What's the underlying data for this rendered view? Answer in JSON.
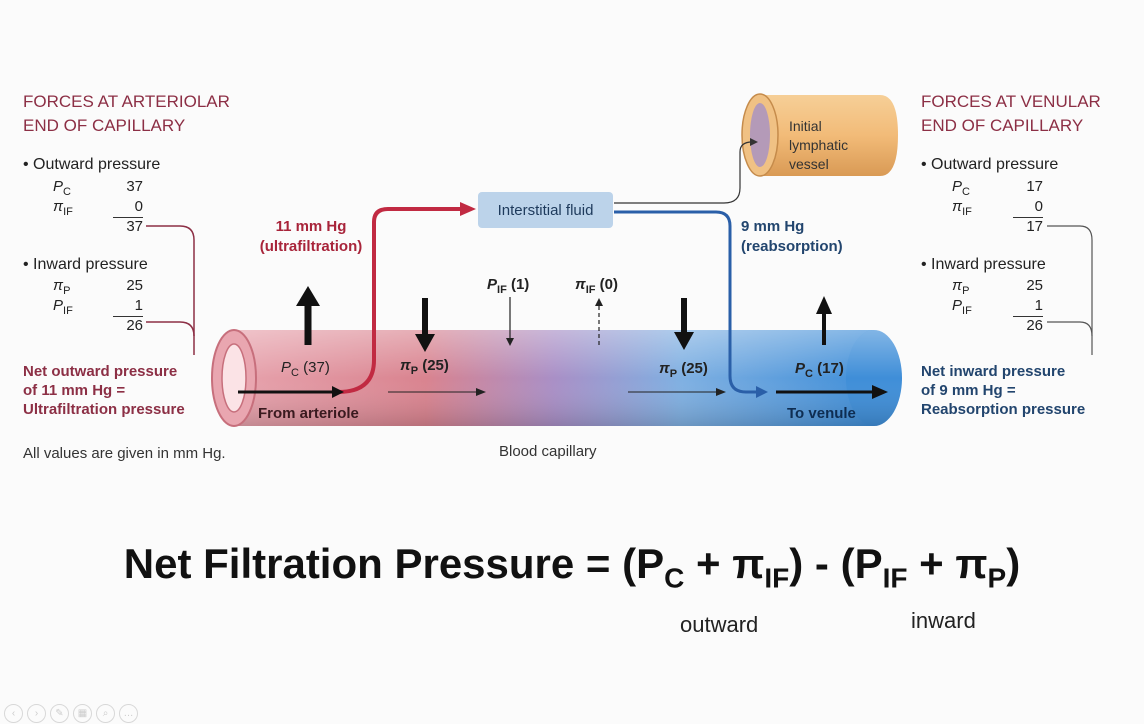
{
  "left": {
    "header_line1": "FORCES AT ARTERIOLAR",
    "header_line2": "END OF CAPILLARY",
    "outward_title": "• Outward pressure",
    "outward": [
      {
        "symbol": "P",
        "sub": "C",
        "value": "37"
      },
      {
        "symbol": "π",
        "sub": "IF",
        "value": "0"
      }
    ],
    "outward_total": "37",
    "inward_title": "• Inward pressure",
    "inward": [
      {
        "symbol": "π",
        "sub": "P",
        "value": "25"
      },
      {
        "symbol": "P",
        "sub": "IF",
        "value": "1"
      }
    ],
    "inward_total": "26",
    "net_line1": "Net outward pressure",
    "net_line2": "of 11 mm Hg =",
    "net_line3": "Ultrafiltration pressure",
    "note": "All values are given in mm Hg."
  },
  "right": {
    "header_line1": "FORCES AT VENULAR",
    "header_line2": "END OF CAPILLARY",
    "outward_title": "• Outward pressure",
    "outward": [
      {
        "symbol": "P",
        "sub": "C",
        "value": "17"
      },
      {
        "symbol": "π",
        "sub": "IF",
        "value": "0"
      }
    ],
    "outward_total": "17",
    "inward_title": "• Inward pressure",
    "inward": [
      {
        "symbol": "π",
        "sub": "P",
        "value": "25"
      },
      {
        "symbol": "P",
        "sub": "IF",
        "value": "1"
      }
    ],
    "inward_total": "26",
    "net_line1": "Net inward pressure",
    "net_line2": "of 9 mm Hg =",
    "net_line3": "Reabsorption pressure"
  },
  "diagram": {
    "ultra_line1": "11 mm Hg",
    "ultra_line2": "(ultrafiltration)",
    "reabs_line1": "9 mm Hg",
    "reabs_line2": "(reabsorption)",
    "interstitial": "Interstitial fluid",
    "lymph_line1": "Initial",
    "lymph_line2": "lymphatic",
    "lymph_line3": "vessel",
    "pc_left_sym": "P",
    "pc_left_sub": "C",
    "pc_left_val": " (37)",
    "pip_left_sym": "π",
    "pip_left_sub": "P",
    "pip_left_val": " (25)",
    "pif_sym": "P",
    "pif_sub": "IF",
    "pif_val": " (1)",
    "piif_sym": "π",
    "piif_sub": "IF",
    "piif_val": " (0)",
    "pip_right_sym": "π",
    "pip_right_sub": "P",
    "pip_right_val": " (25)",
    "pc_right_sym": "P",
    "pc_right_sub": "C",
    "pc_right_val": " (17)",
    "from_arteriole": "From arteriole",
    "to_venule": "To venule",
    "capillary_label": "Blood capillary"
  },
  "equation": {
    "lhs": "Net Filtration Pressure = (P",
    "pc_sub": "C",
    "plus1": " + π",
    "piif_sub": "IF",
    "mid": ") - (P",
    "pif_sub": "IF",
    "plus2": " + π",
    "pip_sub": "P",
    "end": ")",
    "outward": "outward",
    "inward": "inward"
  },
  "colors": {
    "arteriolar_red": "#a8243a",
    "venular_blue": "#2a6fb8",
    "header_maroon": "#8c2f45"
  }
}
